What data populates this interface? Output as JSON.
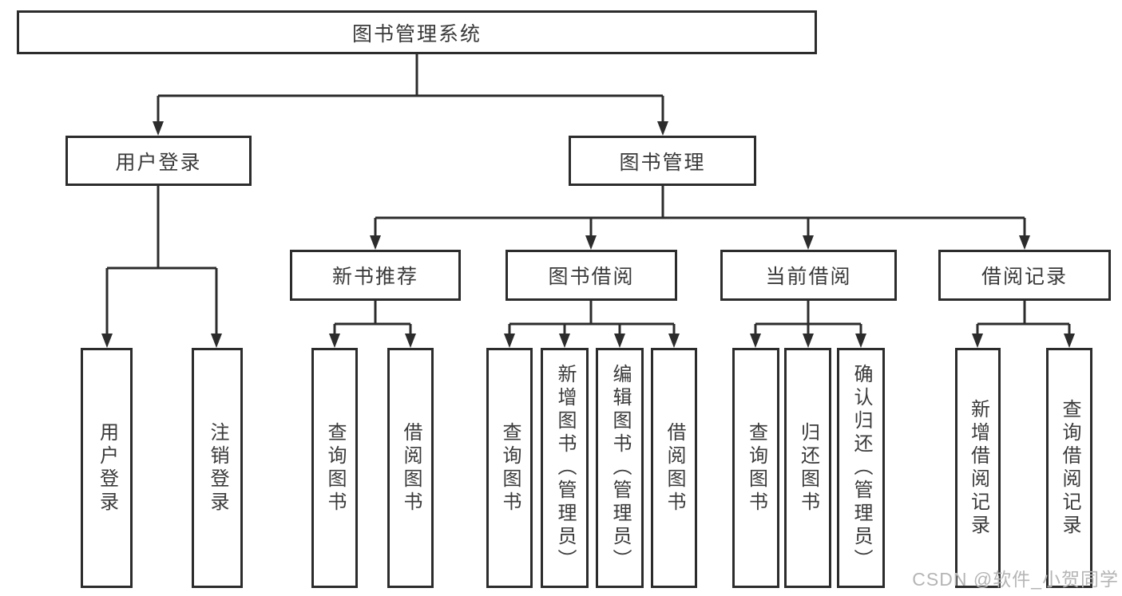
{
  "style": {
    "line_color": "#2c2c2c",
    "text_color": "#3a3a3a",
    "watermark_color": "#b5b5b5",
    "background": "#ffffff"
  },
  "tree": {
    "root": {
      "label": "图书管理系统"
    },
    "branches": [
      {
        "label": "用户登录",
        "children": [
          {
            "label": "用户登录"
          },
          {
            "label": "注销登录"
          }
        ]
      },
      {
        "label": "图书管理",
        "children": [
          {
            "label": "新书推荐",
            "children": [
              {
                "label": "查询图书"
              },
              {
                "label": "借阅图书"
              }
            ]
          },
          {
            "label": "图书借阅",
            "children": [
              {
                "label": "查询图书"
              },
              {
                "label": "新增图书（管理员）"
              },
              {
                "label": "编辑图书（管理员）"
              },
              {
                "label": "借阅图书"
              }
            ]
          },
          {
            "label": "当前借阅",
            "children": [
              {
                "label": "查询图书"
              },
              {
                "label": "归还图书"
              },
              {
                "label": "确认归还（管理员）"
              }
            ]
          },
          {
            "label": "借阅记录",
            "children": [
              {
                "label": "新增借阅记录"
              },
              {
                "label": "查询借阅记录"
              }
            ]
          }
        ]
      }
    ]
  },
  "watermark": {
    "text": "CSDN @软件_小贺同学"
  }
}
